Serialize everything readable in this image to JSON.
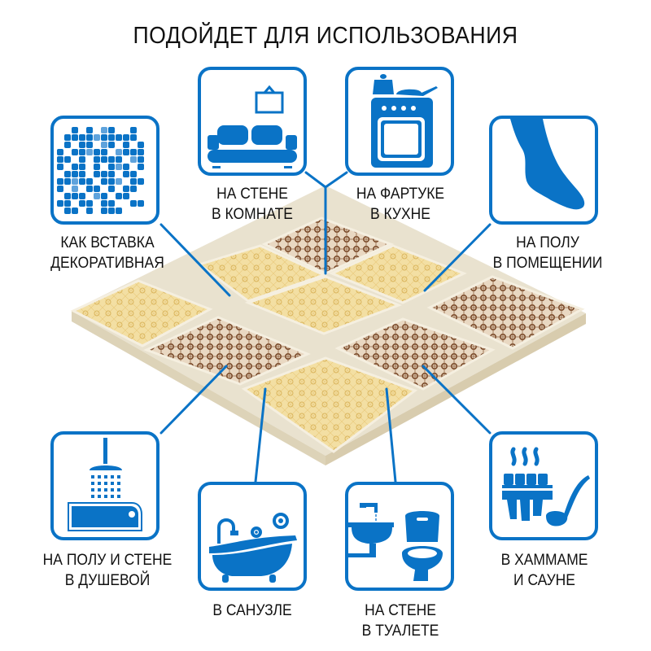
{
  "title": "ПОДОЙДЕТ ДЛЯ ИСПОЛЬЗОВАНИЯ",
  "colors": {
    "accent_blue": "#0a73c6",
    "light_blue": "#5fa3dc",
    "tile_light": "#f1dc9c",
    "tile_dark": "#8a5a3a",
    "text": "#111111"
  },
  "uses": [
    {
      "id": "decor-insert",
      "icon": "mosaic-icon",
      "line1": "КАК ВСТАВКА",
      "line2": "ДЕКОРАТИВНАЯ"
    },
    {
      "id": "room-wall",
      "icon": "sofa-icon",
      "line1": "НА СТЕНЕ",
      "line2": "В КОМНАТЕ"
    },
    {
      "id": "kitchen-backsplash",
      "icon": "stove-icon",
      "line1": "НА ФАРТУКЕ",
      "line2": "В КУХНЕ"
    },
    {
      "id": "indoor-floor",
      "icon": "foot-icon",
      "line1": "НА ПОЛУ",
      "line2": "В ПОМЕЩЕНИИ"
    },
    {
      "id": "shower",
      "icon": "shower-icon",
      "line1": "НА ПОЛУ И СТЕНЕ",
      "line2": "В ДУШЕВОЙ"
    },
    {
      "id": "bathroom",
      "icon": "bathtub-icon",
      "line1": "В САНУЗЛЕ",
      "line2": ""
    },
    {
      "id": "toilet-wall",
      "icon": "toilet-icon",
      "line1": "НА СТЕНЕ",
      "line2": "В ТУАЛЕТЕ"
    },
    {
      "id": "hammam-sauna",
      "icon": "sauna-bucket-icon",
      "line1": "В ХАММАМЕ",
      "line2": "И САУНЕ"
    }
  ]
}
